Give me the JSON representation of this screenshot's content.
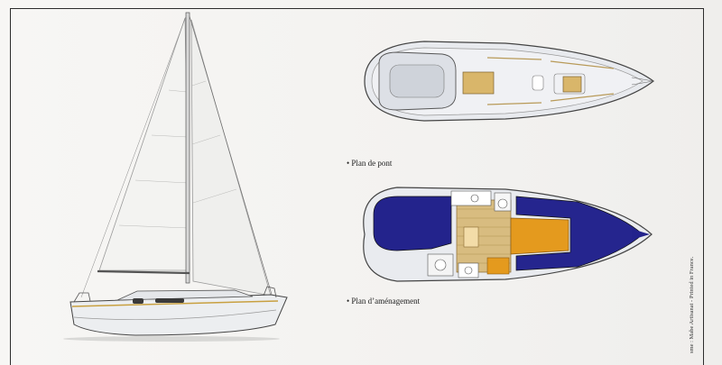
{
  "captions": {
    "deck_plan": "• Plan de pont",
    "layout_plan": "• Plan d’aménagement"
  },
  "credit": "sme : Mabe Artisanat - Printed in France.",
  "colors": {
    "frame": "#2c2c2c",
    "hull": "#eef0f2",
    "sail": "#f4f4f2",
    "navy": "#23238c",
    "teak": "#d8b878",
    "orange": "#e29a1e"
  },
  "illustrations": [
    "sailboat-profile",
    "deck-plan",
    "interior-layout-plan"
  ]
}
